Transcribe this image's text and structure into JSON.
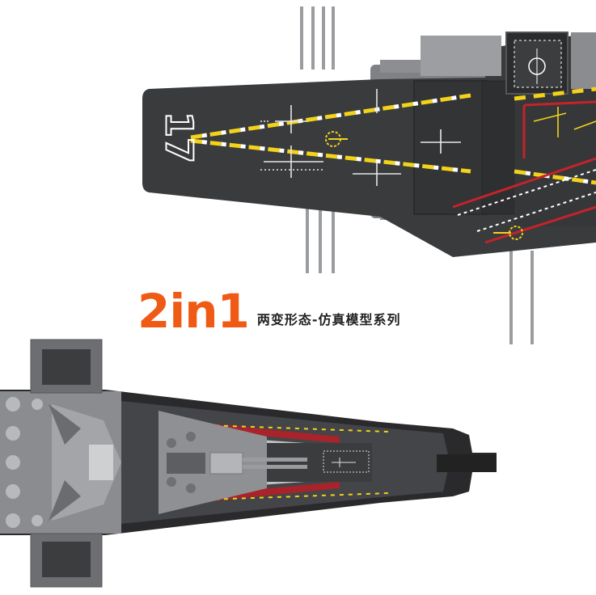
{
  "headline": {
    "main": "2in1",
    "subtitle": "两变形态-仿真模型系列"
  },
  "carrier_top": {
    "hull_number": "17"
  },
  "colors": {
    "accent": "#ef5a14",
    "deck": "#3a3b3d",
    "stripe_yellow": "#f2d21b",
    "stripe_red": "#c4232b",
    "light_grey": "#9a9c9f"
  }
}
